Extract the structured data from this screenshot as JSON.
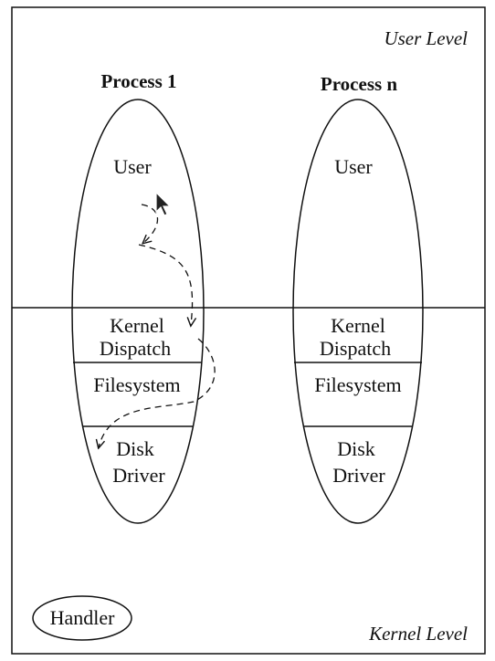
{
  "regions": {
    "user_level": "User Level",
    "kernel_level": "Kernel Level"
  },
  "processes": [
    {
      "title": "Process 1",
      "user_label": "User",
      "kernel_dispatch": [
        "Kernel",
        "Dispatch"
      ],
      "filesystem": "Filesystem",
      "disk_driver": [
        "Disk",
        "Driver"
      ]
    },
    {
      "title": "Process n",
      "user_label": "User",
      "kernel_dispatch": [
        "Kernel",
        "Dispatch"
      ],
      "filesystem": "Filesystem",
      "disk_driver": [
        "Disk",
        "Driver"
      ]
    }
  ],
  "handler": "Handler",
  "colors": {
    "stroke": "#111111",
    "background": "#ffffff"
  }
}
